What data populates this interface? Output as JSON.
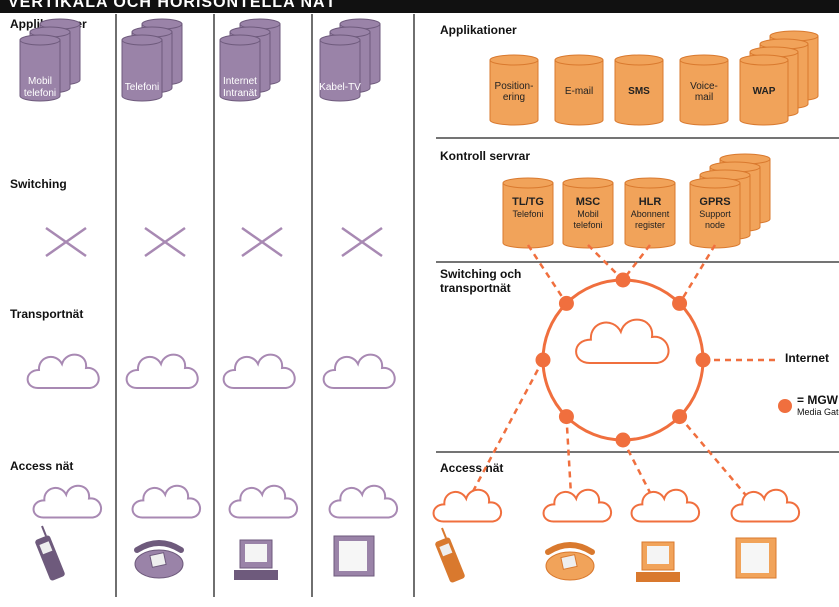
{
  "title": "VERTIKALA OCH HORISONTELLA NÄT",
  "colors": {
    "purple_fill": "#9a83a8",
    "purple_dark": "#6e5a7c",
    "purple_line": "#a889b3",
    "orange_fill": "#f1a35a",
    "orange_dark": "#d9792e",
    "orange_line": "#f06f3e",
    "background": "#ffffff",
    "text": "#111111"
  },
  "left_panel": {
    "rows": {
      "applications": "Applikationer",
      "switching": "Switching",
      "transport": "Transportnät",
      "access": "Access nät"
    },
    "columns": [
      {
        "service": [
          "Mobil",
          "telefoni"
        ],
        "access_device": "mobile-phone"
      },
      {
        "service": [
          "Telefoni"
        ],
        "access_device": "desk-phone"
      },
      {
        "service": [
          "Internet",
          "Intranät"
        ],
        "access_device": "computer"
      },
      {
        "service": [
          "Kabel-TV"
        ],
        "access_device": "tv"
      }
    ]
  },
  "right_panel": {
    "applications": {
      "heading": "Applikationer",
      "items": [
        [
          "Position-",
          "ering"
        ],
        [
          "E-mail"
        ],
        [
          "SMS"
        ],
        [
          "Voice-",
          "mail"
        ],
        [
          "WAP"
        ]
      ]
    },
    "control": {
      "heading": "Kontroll servrar",
      "items": [
        {
          "title": "TL/TG",
          "sub": [
            "Telefoni"
          ]
        },
        {
          "title": "MSC",
          "sub": [
            "Mobil",
            "telefoni"
          ]
        },
        {
          "title": "HLR",
          "sub": [
            "Abonnent",
            "register"
          ]
        },
        {
          "title": "GPRS",
          "sub": [
            "Support",
            "node"
          ]
        }
      ]
    },
    "switching": {
      "heading_lines": [
        "Switching och",
        "transportnät"
      ]
    },
    "internet_label": "Internet",
    "legend": {
      "symbol": "= MGW",
      "description": "Media Gateway"
    },
    "access": {
      "heading": "Access nät"
    }
  }
}
